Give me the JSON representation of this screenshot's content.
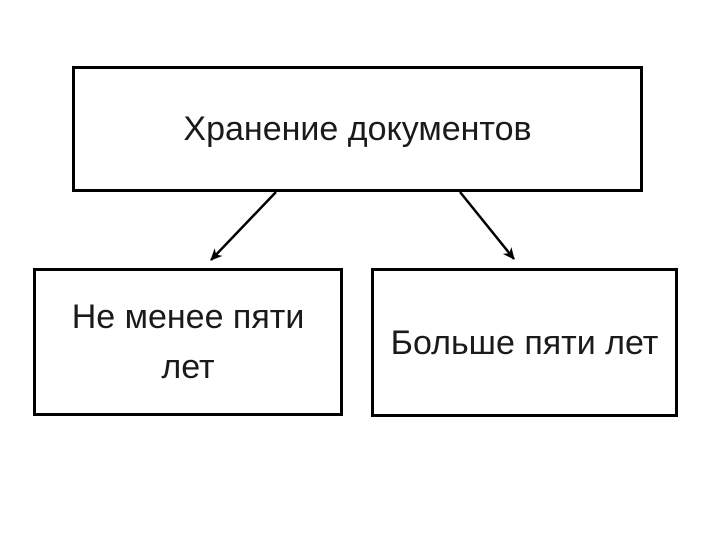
{
  "diagram": {
    "nodes": [
      {
        "id": "root",
        "label": "Хранение документов"
      },
      {
        "id": "left-child",
        "label": "Не менее пяти лет"
      },
      {
        "id": "right-child",
        "label": "Больше пяти лет"
      }
    ],
    "edges": [
      {
        "from": "root",
        "to": "left-child",
        "style": "arrow"
      },
      {
        "from": "root",
        "to": "right-child",
        "style": "arrow"
      }
    ],
    "colors": {
      "background": "#ffffff",
      "box_fill": "#ffffff",
      "border": "#000000",
      "text": "#1a1a1a",
      "arrow": "#000000"
    }
  }
}
